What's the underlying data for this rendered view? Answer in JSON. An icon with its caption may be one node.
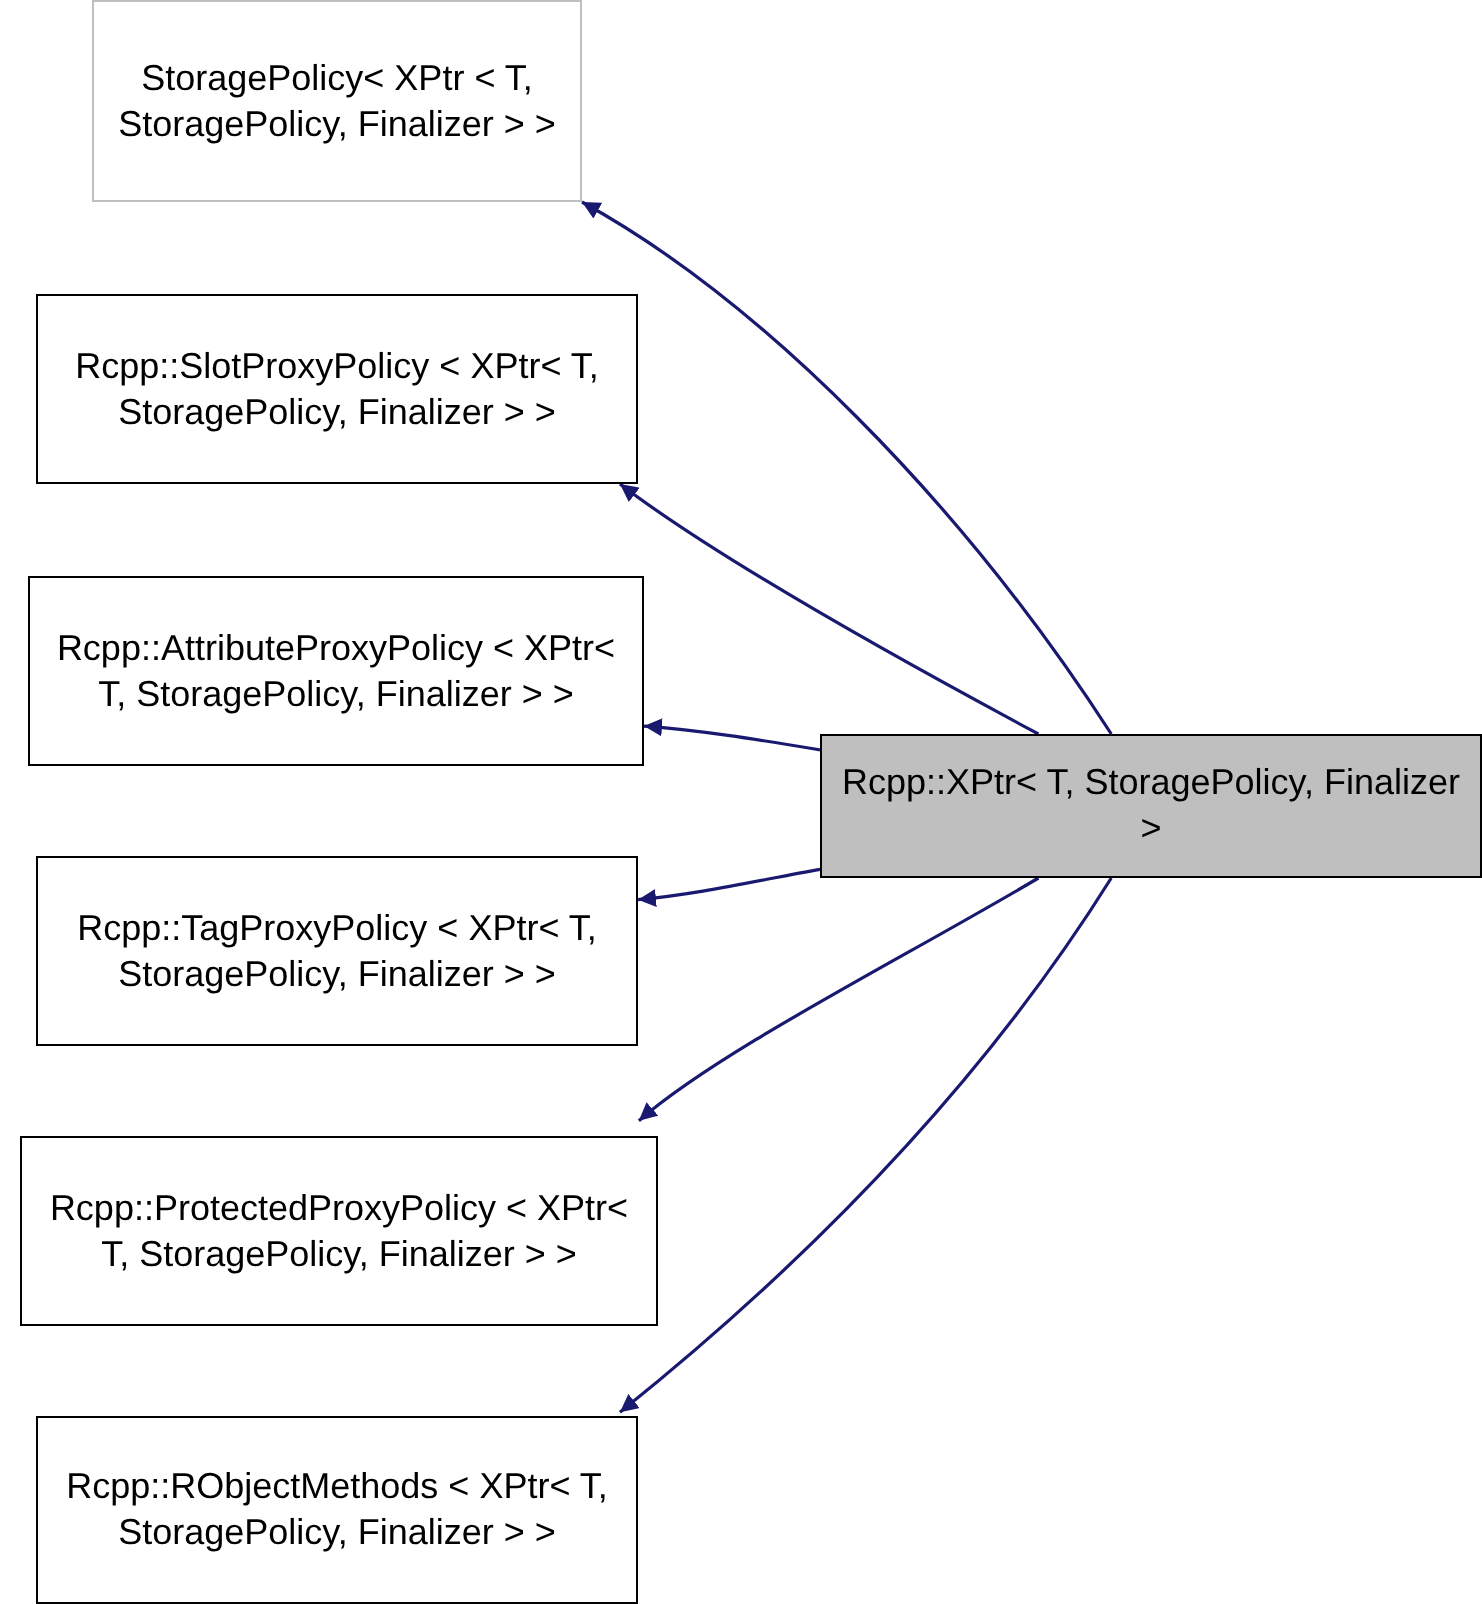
{
  "diagram": {
    "nodes": [
      {
        "text": [
          "StoragePolicy< XPtr < T, StoragePolicy, Finalizer > >"
        ]
      },
      {
        "text": [
          "Rcpp::SlotProxyPolicy < XPtr< T, StoragePolicy, Finalizer > >"
        ]
      },
      {
        "text": [
          "Rcpp::AttributeProxyPolicy < XPtr< T, StoragePolicy, Finalizer > >"
        ]
      },
      {
        "text": [
          "Rcpp::TagProxyPolicy < XPtr< T, StoragePolicy, Finalizer > >"
        ]
      },
      {
        "text": [
          "Rcpp::ProtectedProxyPolicy < XPtr< T, StoragePolicy, Finalizer > >"
        ]
      },
      {
        "text": [
          "Rcpp::RObjectMethods < XPtr< T, StoragePolicy, Finalizer > >"
        ]
      },
      {
        "text": [
          "Rcpp::XPtr< T, StoragePolicy, Finalizer >"
        ]
      }
    ],
    "edges": [
      {
        "from": 6,
        "to": 0,
        "arrow": "to"
      },
      {
        "from": 6,
        "to": 1,
        "arrow": "to"
      },
      {
        "from": 6,
        "to": 2,
        "arrow": "to"
      },
      {
        "from": 6,
        "to": 3,
        "arrow": "to"
      },
      {
        "from": 6,
        "to": 4,
        "arrow": "to"
      },
      {
        "from": 6,
        "to": 5,
        "arrow": "to"
      }
    ]
  }
}
